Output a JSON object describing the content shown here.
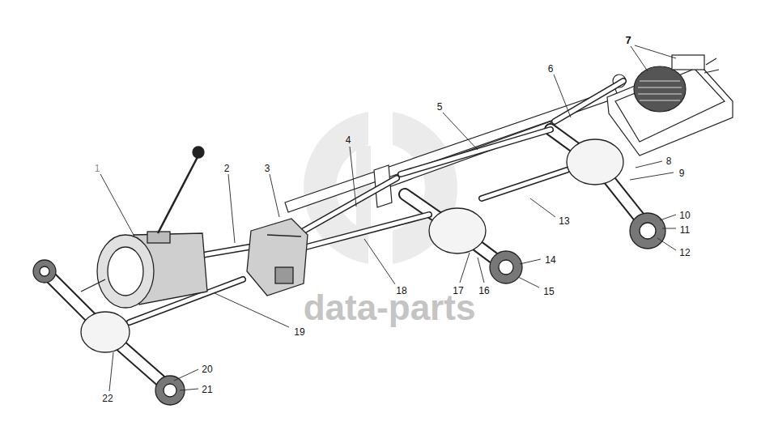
{
  "diagram": {
    "labels": [
      "1",
      "2",
      "3",
      "4",
      "5",
      "6",
      "7",
      "8",
      "9",
      "10",
      "11",
      "12",
      "13",
      "14",
      "15",
      "16",
      "17",
      "18",
      "19",
      "20",
      "21",
      "22",
      "data-parts"
    ]
  }
}
